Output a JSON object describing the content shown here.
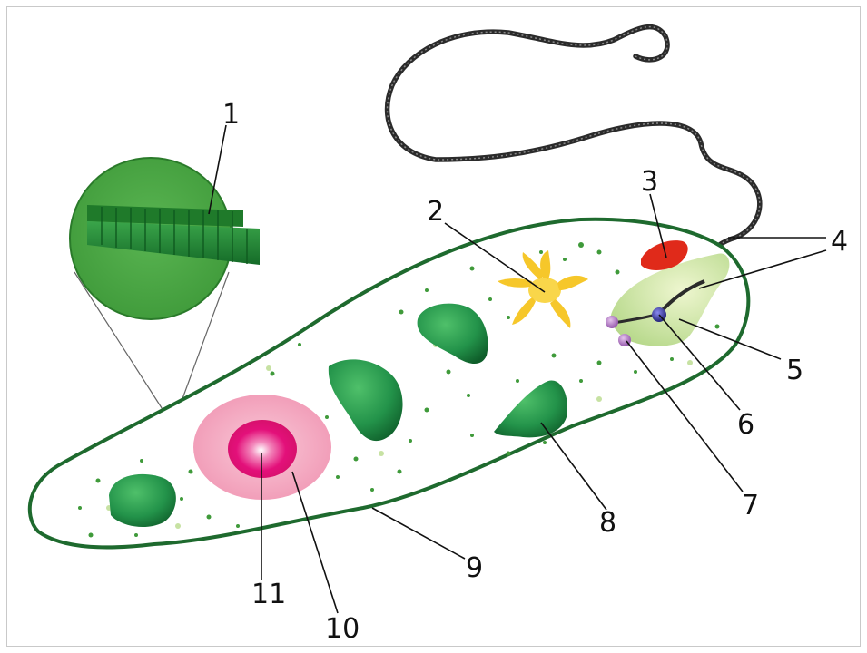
{
  "labels": {
    "l1": "1",
    "l2": "2",
    "l3": "3",
    "l4": "4",
    "l5": "5",
    "l6": "6",
    "l7": "7",
    "l8": "8",
    "l9": "9",
    "l10": "10",
    "l11": "11"
  },
  "colors": {
    "membrane": "#1e6a2e",
    "chloroplast": "#2f9a4a",
    "eyespot": "#e02a1a",
    "contractile_vacuole": "#f6c72a",
    "nucleus": "#f2a6c0",
    "nucleolus": "#e2107a",
    "flagellum": "#2b2b2b",
    "basal_body_dark": "#3b3a9a",
    "basal_body_light": "#b47ac2"
  }
}
